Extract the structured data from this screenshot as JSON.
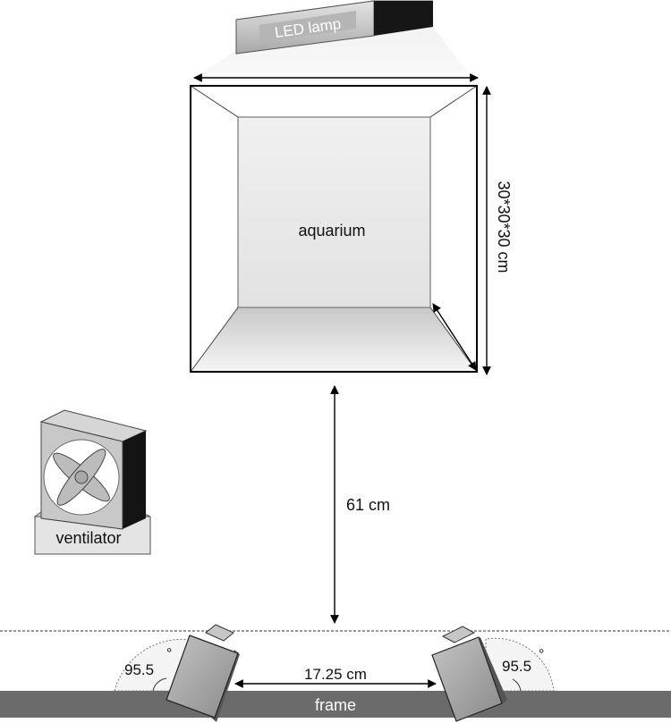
{
  "diagram": {
    "lamp_label": "LED lamp",
    "aquarium_label": "aquarium",
    "size_label": "30*30*30 cm",
    "distance_label": "61 cm",
    "ventilator_label": "ventilator",
    "camera_gap_label": "17.25 cm",
    "left_angle_label": "95.5",
    "right_angle_label": "95.5",
    "degree_symbol": "°",
    "frame_label": "frame"
  }
}
